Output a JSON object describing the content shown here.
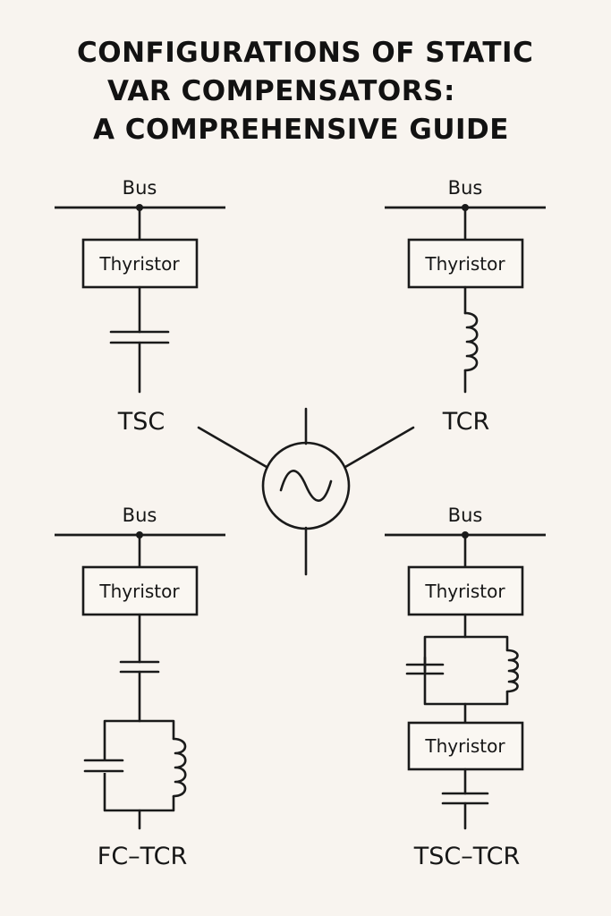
{
  "title": {
    "line1": "CONFIGURATIONS OF STATIC",
    "line2": "VAR COMPENSATORS:",
    "line3": "A COMPREHENSIVE GUIDE"
  },
  "tsc": {
    "bus": "Bus",
    "thyristor": "Thyristor",
    "label": "TSC"
  },
  "tcr": {
    "bus": "Bus",
    "thyristor": "Thyristor",
    "label": "TCR"
  },
  "fc_tcr": {
    "bus": "Bus",
    "thyristor": "Thyristor",
    "label": "FC–TCR"
  },
  "tsc_tcr": {
    "bus": "Bus",
    "thyristor_top": "Thyristor",
    "thyristor_bottom": "Thyristor",
    "label": "TSC–TCR"
  },
  "center_symbol": "ac-source-icon"
}
